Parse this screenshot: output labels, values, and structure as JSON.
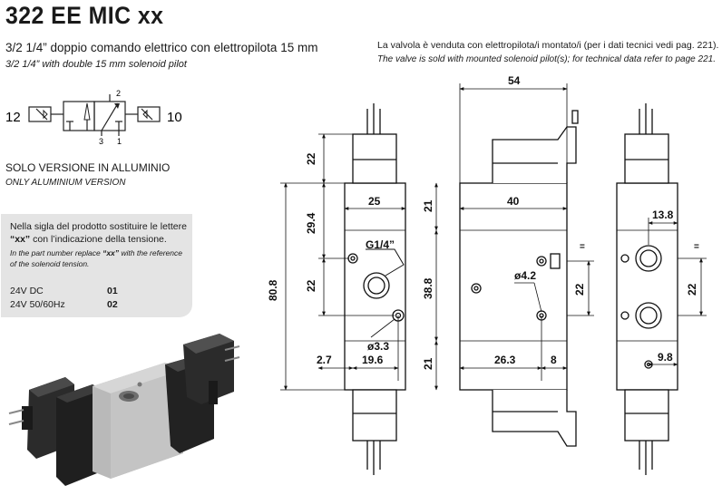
{
  "header": {
    "title": "322 EE MIC xx",
    "subtitle_it": "3/2 1/4” doppio comando elettrico con elettropilota 15 mm",
    "subtitle_en": "3/2 1/4” with double 15 mm solenoid pilot"
  },
  "note": {
    "it": "La valvola è venduta con elettropilota/i montato/i (per i dati tecnici vedi pag. 221).",
    "en": "The valve is sold with mounted solenoid pilot(s); for technical data refer to page 221."
  },
  "symbol": {
    "port_left": "12",
    "port_right": "10",
    "port_top": "2",
    "port_bottom_left": "3",
    "port_bottom_right": "1"
  },
  "version": {
    "it": "SOLO VERSIONE IN ALLUMINIO",
    "en": "ONLY ALUMINIUM VERSION"
  },
  "infobox": {
    "it_pre": "Nella sigla del prodotto sostituire le lettere ",
    "it_code": "“xx”",
    "it_post": " con l’indicazione della tensione.",
    "en_pre": "In the part number replace ",
    "en_code": "“xx”",
    "en_post": " with the reference of the solenoid tension.",
    "voltages": [
      {
        "label": "24V DC",
        "code": "01"
      },
      {
        "label": "24V 50/60Hz",
        "code": "02"
      }
    ]
  },
  "dimensions": {
    "d54": "54",
    "d40": "40",
    "d22_top": "22",
    "d25": "25",
    "d21_top": "21",
    "d29_4": "29.4",
    "d80_8": "80.8",
    "d22_mid": "22",
    "d38_8": "38.8",
    "d21_bot": "21",
    "g14": "G1/4”",
    "d3_3": "ø3.3",
    "d2_7": "2.7",
    "d19_6": "19.6",
    "d4_2": "ø4.2",
    "d26_3": "26.3",
    "d8": "8",
    "d22_side": "22",
    "d13_8": "13.8",
    "d22_right": "22",
    "d9_8": "9.8",
    "eq": "="
  }
}
